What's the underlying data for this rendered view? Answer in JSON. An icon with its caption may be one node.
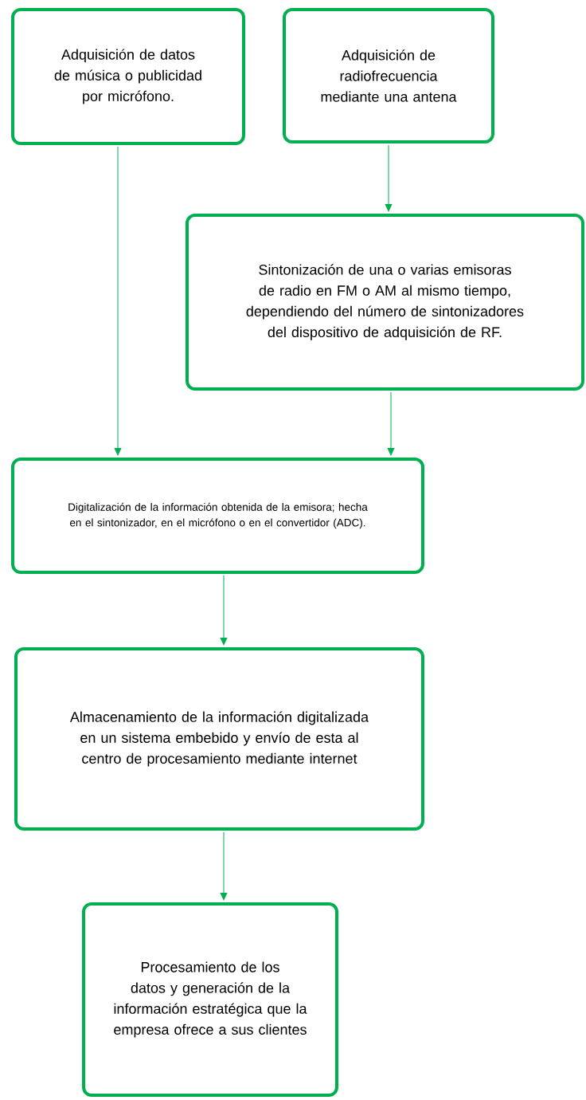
{
  "diagram": {
    "nodes": [
      {
        "text": [
          "Adquisición de datos de música o publicidad por micrófono."
        ]
      },
      {
        "text": [
          "Adquisición de radiofrecuencia mediante una antena"
        ]
      },
      {
        "text": [
          "Sintonización de una o varias emisoras de radio en FM o AM al mismo tiempo, dependiendo del número de sintonizadores del dispositivo de adquisición de RF."
        ]
      },
      {
        "text": [
          "Digitalización de la información obtenida de la emisora; hecha en el sintonizador, en el micrófono o en el convertidor (ADC)."
        ]
      },
      {
        "text": [
          "Almacenamiento de la información digitalizada en un sistema embebido y envío de esta al centro de procesamiento mediante internet"
        ]
      },
      {
        "text": [
          "Procesamiento de los datos y generación de la información estratégica que la empresa ofrece a sus clientes"
        ]
      }
    ],
    "edges": [
      {
        "from": 0,
        "to": 3,
        "arrow": "to"
      },
      {
        "from": 1,
        "to": 2,
        "arrow": "to"
      },
      {
        "from": 2,
        "to": 3,
        "arrow": "to"
      },
      {
        "from": 3,
        "to": 4,
        "arrow": "to"
      },
      {
        "from": 4,
        "to": 5,
        "arrow": "to"
      }
    ]
  }
}
